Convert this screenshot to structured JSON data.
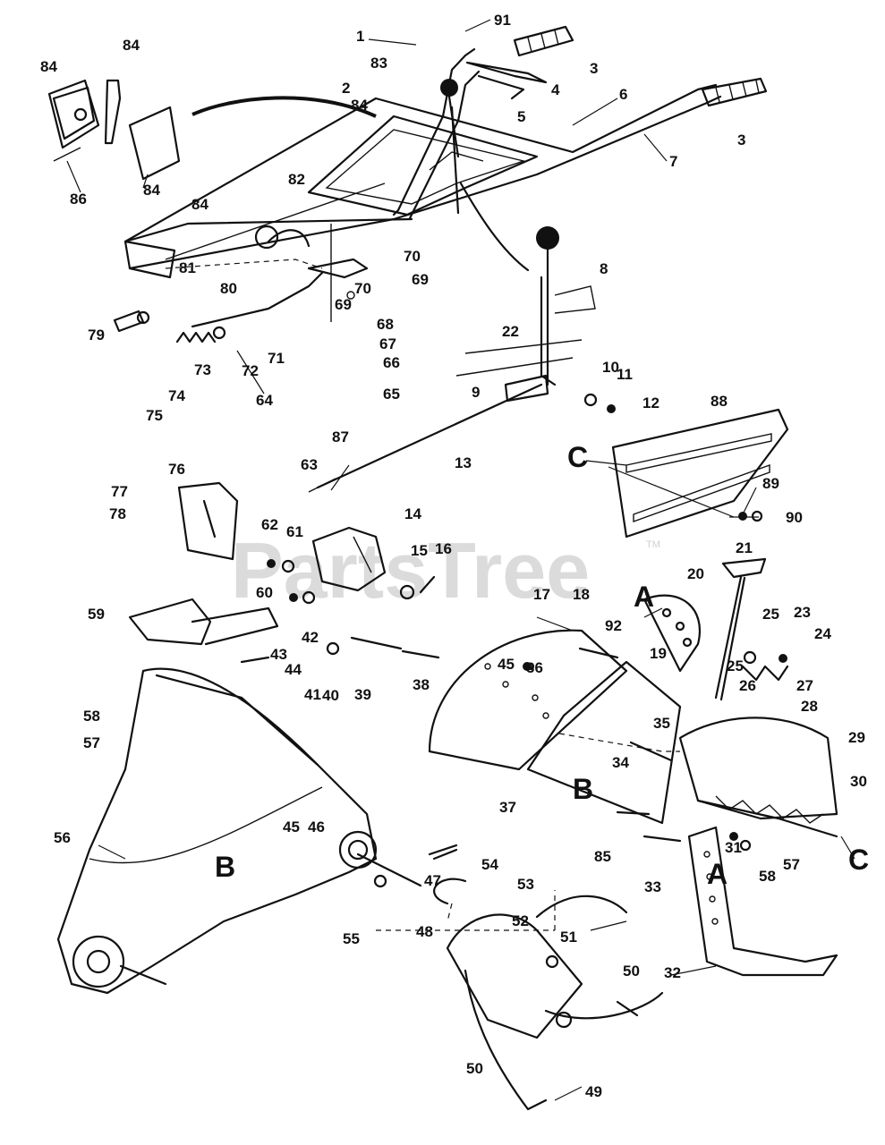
{
  "watermark": {
    "text": "PartsTree",
    "tm": "TM"
  },
  "callouts": [
    {
      "id": "c1",
      "text": "1"
    },
    {
      "id": "c91",
      "text": "91"
    },
    {
      "id": "c3a",
      "text": "3"
    },
    {
      "id": "c3b",
      "text": "3"
    },
    {
      "id": "c2",
      "text": "2"
    },
    {
      "id": "c83",
      "text": "83"
    },
    {
      "id": "c4",
      "text": "4"
    },
    {
      "id": "c5",
      "text": "5"
    },
    {
      "id": "c6",
      "text": "6"
    },
    {
      "id": "c7",
      "text": "7"
    },
    {
      "id": "c84a",
      "text": "84"
    },
    {
      "id": "c84b",
      "text": "84"
    },
    {
      "id": "c84c",
      "text": "84"
    },
    {
      "id": "c84d",
      "text": "84"
    },
    {
      "id": "c84e",
      "text": "84"
    },
    {
      "id": "c86",
      "text": "86"
    },
    {
      "id": "c82",
      "text": "82"
    },
    {
      "id": "c81",
      "text": "81"
    },
    {
      "id": "c80",
      "text": "80"
    },
    {
      "id": "c70a",
      "text": "70"
    },
    {
      "id": "c70b",
      "text": "70"
    },
    {
      "id": "c69a",
      "text": "69"
    },
    {
      "id": "c69b",
      "text": "69"
    },
    {
      "id": "c68",
      "text": "68"
    },
    {
      "id": "c67",
      "text": "67"
    },
    {
      "id": "c66",
      "text": "66"
    },
    {
      "id": "c65",
      "text": "65"
    },
    {
      "id": "c8",
      "text": "8"
    },
    {
      "id": "c22",
      "text": "22"
    },
    {
      "id": "c79",
      "text": "79"
    },
    {
      "id": "c71",
      "text": "71"
    },
    {
      "id": "c72",
      "text": "72"
    },
    {
      "id": "c73",
      "text": "73"
    },
    {
      "id": "c74",
      "text": "74"
    },
    {
      "id": "c75",
      "text": "75"
    },
    {
      "id": "c64",
      "text": "64"
    },
    {
      "id": "c10",
      "text": "10"
    },
    {
      "id": "c11",
      "text": "11"
    },
    {
      "id": "c12",
      "text": "12"
    },
    {
      "id": "c9",
      "text": "9"
    },
    {
      "id": "c88",
      "text": "88"
    },
    {
      "id": "c87",
      "text": "87"
    },
    {
      "id": "c13",
      "text": "13"
    },
    {
      "id": "c63",
      "text": "63"
    },
    {
      "id": "c76",
      "text": "76"
    },
    {
      "id": "c77",
      "text": "77"
    },
    {
      "id": "c78",
      "text": "78"
    },
    {
      "id": "c14",
      "text": "14"
    },
    {
      "id": "c89",
      "text": "89"
    },
    {
      "id": "c90",
      "text": "90"
    },
    {
      "id": "c62",
      "text": "62"
    },
    {
      "id": "c61",
      "text": "61"
    },
    {
      "id": "c15",
      "text": "15"
    },
    {
      "id": "c16",
      "text": "16"
    },
    {
      "id": "c21",
      "text": "21"
    },
    {
      "id": "c17",
      "text": "17"
    },
    {
      "id": "c18",
      "text": "18"
    },
    {
      "id": "c20",
      "text": "20"
    },
    {
      "id": "c25a",
      "text": "25"
    },
    {
      "id": "c23",
      "text": "23"
    },
    {
      "id": "c59",
      "text": "59"
    },
    {
      "id": "c60",
      "text": "60"
    },
    {
      "id": "c42",
      "text": "42"
    },
    {
      "id": "c92",
      "text": "92"
    },
    {
      "id": "c24",
      "text": "24"
    },
    {
      "id": "c43",
      "text": "43"
    },
    {
      "id": "c44",
      "text": "44"
    },
    {
      "id": "c45a",
      "text": "45"
    },
    {
      "id": "c36",
      "text": "36"
    },
    {
      "id": "c19",
      "text": "19"
    },
    {
      "id": "c25b",
      "text": "25"
    },
    {
      "id": "c26",
      "text": "26"
    },
    {
      "id": "c27",
      "text": "27"
    },
    {
      "id": "c41",
      "text": "41"
    },
    {
      "id": "c40",
      "text": "40"
    },
    {
      "id": "c39",
      "text": "39"
    },
    {
      "id": "c38",
      "text": "38"
    },
    {
      "id": "c28",
      "text": "28"
    },
    {
      "id": "c58a",
      "text": "58"
    },
    {
      "id": "c57a",
      "text": "57"
    },
    {
      "id": "c35",
      "text": "35"
    },
    {
      "id": "c29",
      "text": "29"
    },
    {
      "id": "c34",
      "text": "34"
    },
    {
      "id": "c37",
      "text": "37"
    },
    {
      "id": "c45b",
      "text": "45"
    },
    {
      "id": "c46",
      "text": "46"
    },
    {
      "id": "c30",
      "text": "30"
    },
    {
      "id": "c56",
      "text": "56"
    },
    {
      "id": "c85",
      "text": "85"
    },
    {
      "id": "c31",
      "text": "31"
    },
    {
      "id": "c57b",
      "text": "57"
    },
    {
      "id": "c58b",
      "text": "58"
    },
    {
      "id": "c33",
      "text": "33"
    },
    {
      "id": "c47",
      "text": "47"
    },
    {
      "id": "c54",
      "text": "54"
    },
    {
      "id": "c53",
      "text": "53"
    },
    {
      "id": "c52",
      "text": "52"
    },
    {
      "id": "c51",
      "text": "51"
    },
    {
      "id": "c55",
      "text": "55"
    },
    {
      "id": "c48",
      "text": "48"
    },
    {
      "id": "c50a",
      "text": "50"
    },
    {
      "id": "c32",
      "text": "32"
    },
    {
      "id": "c50b",
      "text": "50"
    },
    {
      "id": "c49",
      "text": "49"
    }
  ],
  "letters": [
    {
      "id": "lCa",
      "text": "C"
    },
    {
      "id": "lCb",
      "text": "C"
    },
    {
      "id": "lAa",
      "text": "A"
    },
    {
      "id": "lAb",
      "text": "A"
    },
    {
      "id": "lBa",
      "text": "B"
    },
    {
      "id": "lBb",
      "text": "B"
    }
  ]
}
